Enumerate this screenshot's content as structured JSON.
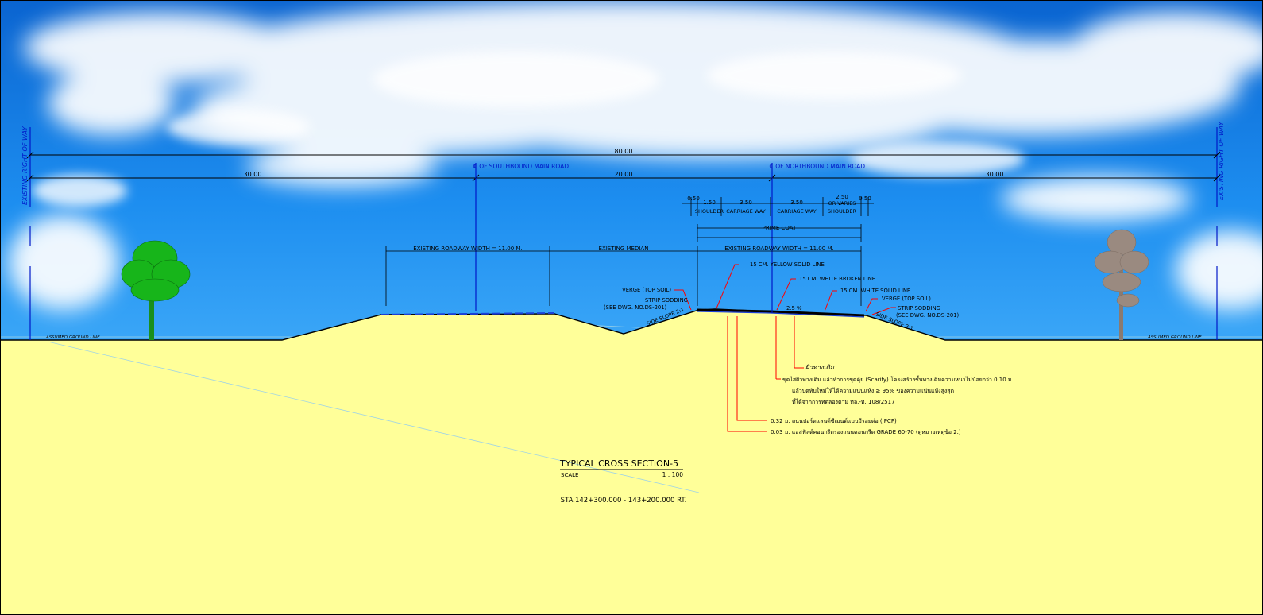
{
  "right_of_way": {
    "left_label": "EXISTING RIGHT OF WAY",
    "right_label": "EXISTING RIGHT OF WAY",
    "total_width": "80.00",
    "left_width": "30.00",
    "median_width": "20.00",
    "right_width": "30.00"
  },
  "centerlines": {
    "southbound": "℄ OF SOUTHBOUND MAIN ROAD",
    "northbound": "℄ OF NORTHBOUND MAIN ROAD"
  },
  "lane_dims": {
    "top": [
      "0.50",
      "1.50",
      "3.50",
      "3.50",
      "2.50",
      "0.50"
    ],
    "varies": "OR VARIES",
    "labels": [
      "SHOULDER",
      "CARRIAGE WAY",
      "CARRIAGE WAY",
      "SHOULDER"
    ],
    "prime_coat": "PRIME COAT"
  },
  "roadway": {
    "existing_left": "EXISTING ROADWAY WIDTH = 11.00 M.",
    "existing_median": "EXISTING MEDIAN",
    "existing_right": "EXISTING ROADWAY WIDTH = 11.00 M."
  },
  "callouts": {
    "verge_left": "VERGE (TOP SOIL)",
    "strip_left_1": "STRIP SODDING",
    "strip_left_2": "(SEE DWG. NO.DS-201)",
    "side_slope_left": "SIDE SLOPE 2:1",
    "yellow_line": "15 CM. YELLOW SOLID LINE",
    "white_broken": "15 CM. WHITE BROKEN LINE",
    "white_solid": "15 CM. WHITE SOLID LINE",
    "verge_right": "VERGE (TOP SOIL)",
    "strip_right_1": "STRIP SODDING",
    "strip_right_2": "(SEE DWG. NO.DS-201)",
    "side_slope_right": "SIDE SLOPE 2:1",
    "crossfall": "2.5 %"
  },
  "ground": {
    "left": "ASSUMED GROUND LINE",
    "right": "ASSUMED GROUND LINE"
  },
  "notes": {
    "existing_surface": "ผิวทางเดิม",
    "scarify_1": "ขุดไสผิวทางเดิม แล้วทำการขุดคุ้ย (Scarify) โครงสร้างชั้นทางเดิมความหนาไม่น้อยกว่า 0.10 ม.",
    "scarify_2": "แล้วบดทับใหม่ให้ได้ความแน่นแห้ง ≥ 95% ของความแน่นแห้งสูงสุด",
    "scarify_3": "ที่ได้จากการทดลองตาม ทล.-ท. 108/2517",
    "jpcp": "0.32 ม. ถนนปอร์ตแลนด์ซีเมนต์แบบมีรอยต่อ (JPCP)",
    "asphalt": "0.03 ม. แอสฟัลต์คอนกรีตรองถนนคอนกรีต GRADE 60-70 (ดูหมายเหตุข้อ 2.)"
  },
  "title": {
    "main": "TYPICAL CROSS SECTION-5",
    "scale_label": "SCALE",
    "scale_value": "1 : 100",
    "station": "STA.142+300.000 - 143+200.000 RT."
  },
  "colors": {
    "sky_top": "#0a6fd8",
    "ground": "#ffff99",
    "line_blue": "#0018c8",
    "leader_red": "#ff0000",
    "tree_green": "#17b51a",
    "tree_grey": "#9a8a80"
  }
}
